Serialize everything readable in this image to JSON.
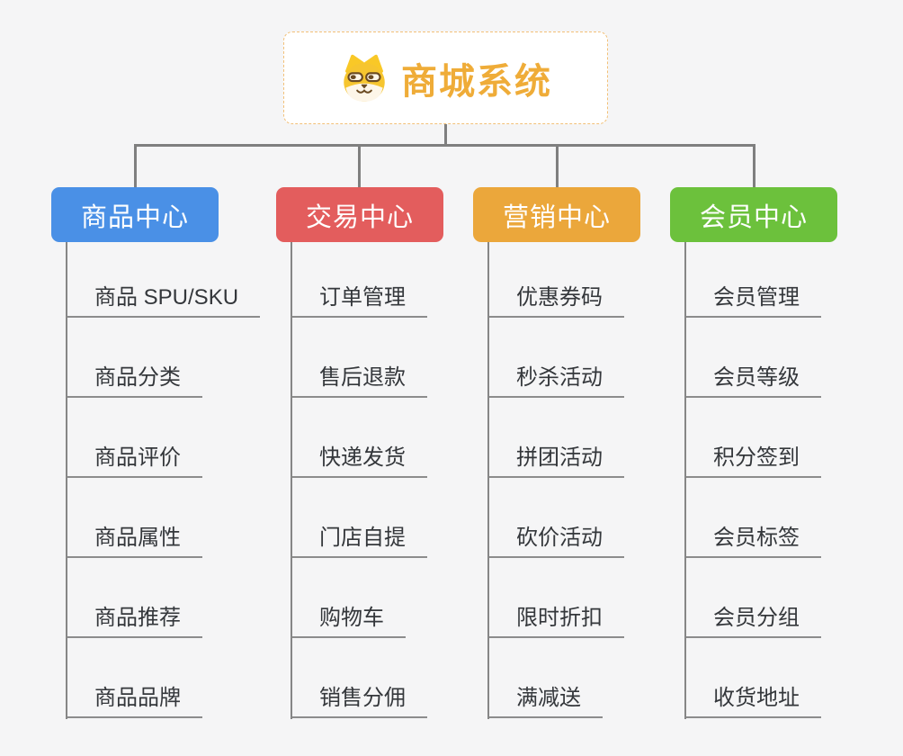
{
  "theme": {
    "page_background": "#f5f5f6",
    "connector_color": "#7f7f7f",
    "leaf_line_color": "#8c8c8c",
    "leaf_text_color": "#34373b",
    "root_border_color": "#f2c078",
    "root_title_color": "#efac38"
  },
  "root": {
    "title": "商城系统",
    "icon": "shiba-dog-icon"
  },
  "branches": [
    {
      "id": "product-center",
      "label": "商品中心",
      "color": "#4a90e6",
      "children": [
        "商品 SPU/SKU",
        "商品分类",
        "商品评价",
        "商品属性",
        "商品推荐",
        "商品品牌"
      ]
    },
    {
      "id": "trade-center",
      "label": "交易中心",
      "color": "#e35d5d",
      "children": [
        "订单管理",
        "售后退款",
        "快递发货",
        "门店自提",
        "购物车",
        "销售分佣"
      ]
    },
    {
      "id": "marketing-center",
      "label": "营销中心",
      "color": "#eba73b",
      "children": [
        "优惠券码",
        "秒杀活动",
        "拼团活动",
        "砍价活动",
        "限时折扣",
        "满减送"
      ]
    },
    {
      "id": "member-center",
      "label": "会员中心",
      "color": "#6cc13c",
      "children": [
        "会员管理",
        "会员等级",
        "积分签到",
        "会员标签",
        "会员分组",
        "收货地址"
      ]
    }
  ]
}
